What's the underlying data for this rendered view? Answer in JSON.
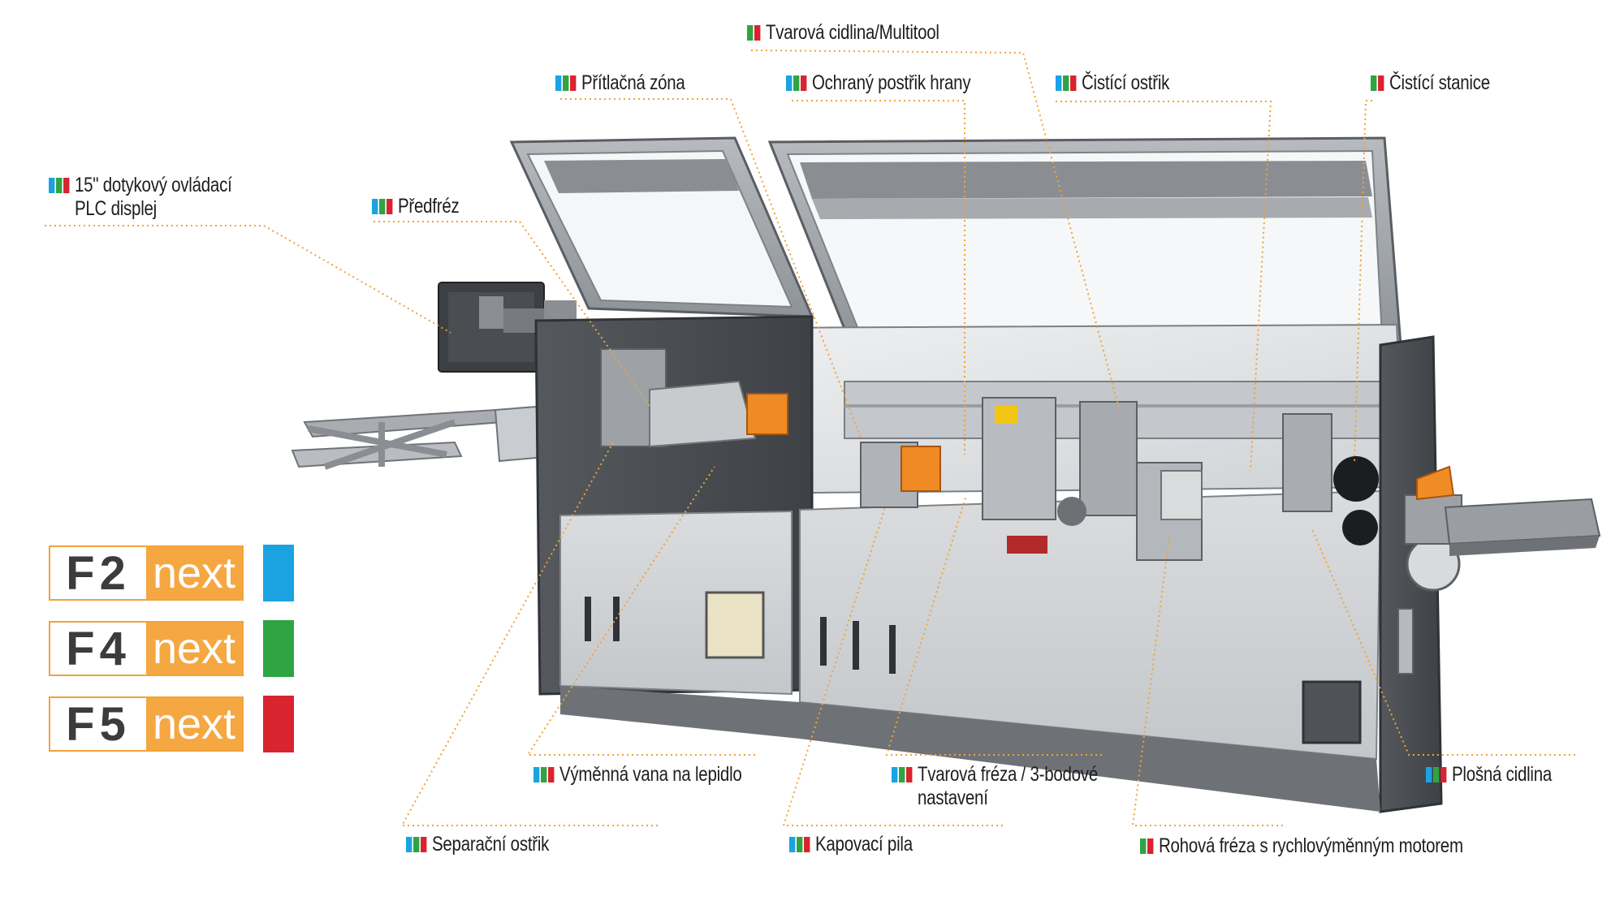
{
  "colors": {
    "blue": "#1ba3e1",
    "green": "#2ea443",
    "red": "#d9232e",
    "accent": "#f5a742",
    "leader": "#f0a23c"
  },
  "callouts": [
    {
      "id": "tvarova-cidlina",
      "lines": [
        "Tvarová cidlina/Multitool"
      ],
      "variants": [
        "green",
        "red"
      ]
    },
    {
      "id": "pritlacna-zona",
      "lines": [
        "Přítlačná zóna"
      ],
      "variants": [
        "blue",
        "green",
        "red"
      ]
    },
    {
      "id": "ochrany-postrik",
      "lines": [
        "Ochraný postřik hrany"
      ],
      "variants": [
        "blue",
        "green",
        "red"
      ]
    },
    {
      "id": "cistici-ostrik",
      "lines": [
        "Čistící ostřik"
      ],
      "variants": [
        "blue",
        "green",
        "red"
      ]
    },
    {
      "id": "cistici-stanice",
      "lines": [
        "Čistící stanice"
      ],
      "variants": [
        "green",
        "red"
      ]
    },
    {
      "id": "plc-displej",
      "lines": [
        "15\" dotykový ovládací",
        "PLC displej"
      ],
      "variants": [
        "blue",
        "green",
        "red"
      ]
    },
    {
      "id": "predfrez",
      "lines": [
        "Předfréz"
      ],
      "variants": [
        "blue",
        "green",
        "red"
      ]
    },
    {
      "id": "vana-lepidlo",
      "lines": [
        "Výměnná vana na lepidlo"
      ],
      "variants": [
        "blue",
        "green",
        "red"
      ]
    },
    {
      "id": "tvarova-freza",
      "lines": [
        "Tvarová fréza / 3-bodové",
        "nastavení"
      ],
      "variants": [
        "blue",
        "green",
        "red"
      ]
    },
    {
      "id": "plosna-cidlina",
      "lines": [
        "Plošná cidlina"
      ],
      "variants": [
        "blue",
        "green",
        "red"
      ]
    },
    {
      "id": "separacni-ostrik",
      "lines": [
        "Separační ostřik"
      ],
      "variants": [
        "blue",
        "green",
        "red"
      ]
    },
    {
      "id": "kapovaci-pila",
      "lines": [
        "Kapovací pila"
      ],
      "variants": [
        "blue",
        "green",
        "red"
      ]
    },
    {
      "id": "rohova-freza",
      "lines": [
        "Rohová fréza s rychlovýměnným motorem"
      ],
      "variants": [
        "green",
        "red"
      ]
    }
  ],
  "legend": [
    {
      "model": "F2",
      "variant": "next",
      "color": "blue"
    },
    {
      "model": "F4",
      "variant": "next",
      "color": "green"
    },
    {
      "model": "F5",
      "variant": "next",
      "color": "red"
    }
  ]
}
